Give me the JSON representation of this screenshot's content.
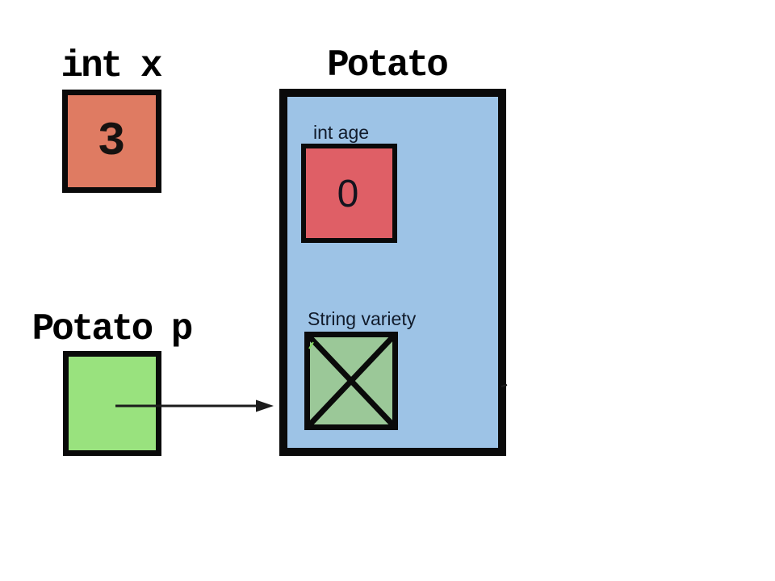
{
  "canvas": {
    "background": "#ffffff"
  },
  "colors": {
    "outline": "#0a0a0a",
    "title_text": "#000000",
    "field_label_text": "#111b2b",
    "int_x_box_fill": "#df7b62",
    "age_box_fill": "#df5f66",
    "potato_object_fill": "#9dc3e6",
    "variety_box_fill": "#9bc898",
    "potato_p_box_fill": "#99e27e",
    "arrow_color": "#1c1c1c",
    "stray_mark_green": "#84d95c"
  },
  "stack": {
    "int_x": {
      "label": "int x",
      "value": "3"
    },
    "potato_p": {
      "label": "Potato p"
    }
  },
  "heap": {
    "object_title": "Potato",
    "fields": {
      "age": {
        "label": "int age",
        "value": "0"
      },
      "variety": {
        "label": "String variety",
        "is_null": true
      }
    }
  },
  "arrow": {
    "from": "Potato p",
    "to": "Potato",
    "direction": "right"
  }
}
